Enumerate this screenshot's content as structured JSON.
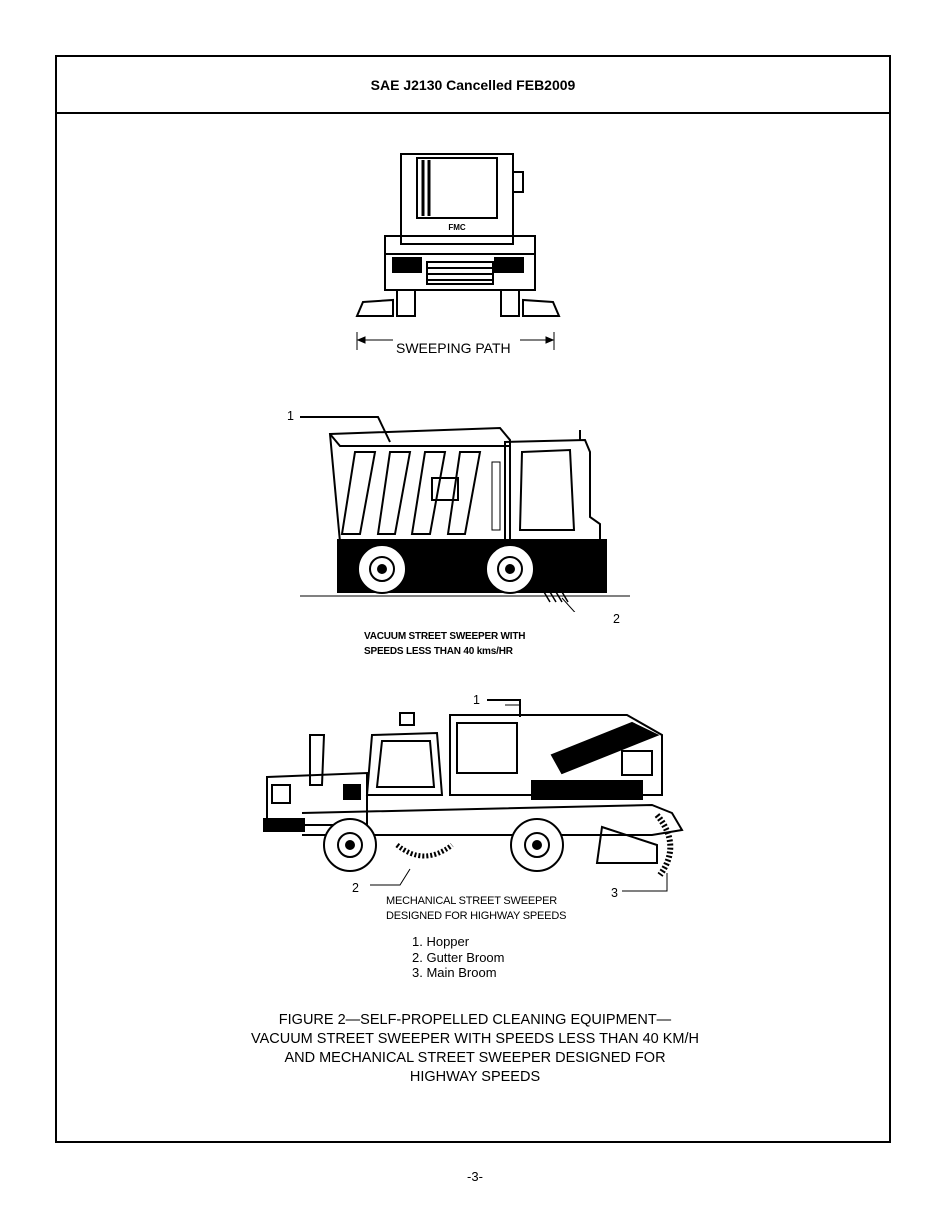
{
  "header": {
    "title": "SAE J2130 Cancelled FEB2009"
  },
  "figure_front": {
    "brand_mark": "FMC",
    "dimension_label": "SWEEPING PATH"
  },
  "figure_vacuum": {
    "callout_1": "1",
    "callout_2": "2",
    "caption_line1": "VACUUM STREET SWEEPER  WITH",
    "caption_line2": "SPEEDS LESS THAN 40 kms/HR"
  },
  "figure_mechanical": {
    "callout_1": "1",
    "callout_2": "2",
    "callout_3": "3",
    "caption_line1": "MECHANICAL STREET SWEEPER",
    "caption_line2": "DESIGNED FOR HIGHWAY SPEEDS"
  },
  "legend": [
    "1.  Hopper",
    "2.  Gutter Broom",
    "3.  Main Broom"
  ],
  "caption": [
    "FIGURE 2—SELF-PROPELLED CLEANING EQUIPMENT—",
    "VACUUM STREET SWEEPER WITH SPEEDS LESS THAN 40 KM/H",
    "AND MECHANICAL STREET SWEEPER DESIGNED FOR",
    "HIGHWAY SPEEDS"
  ],
  "page_number": "-3-"
}
